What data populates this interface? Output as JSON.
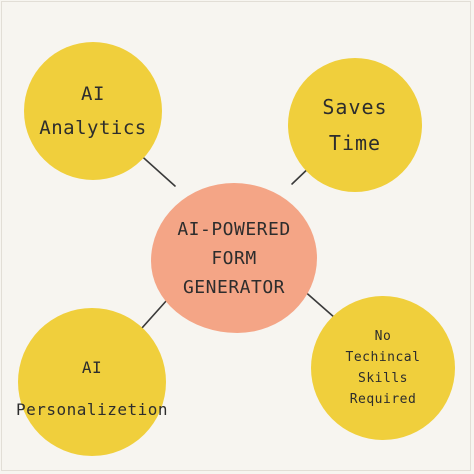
{
  "diagram": {
    "center": {
      "lines": [
        "AI-POWERED",
        "FORM",
        "GENERATOR"
      ],
      "color": "#f4a586"
    },
    "nodes": [
      {
        "id": "analytics",
        "lines": [
          "AI",
          "Analytics"
        ],
        "color": "#f0cf3c"
      },
      {
        "id": "saves-time",
        "lines": [
          "Saves",
          "Time"
        ],
        "color": "#f0cf3c"
      },
      {
        "id": "personalization",
        "lines": [
          "AI",
          "Personalizetion"
        ],
        "color": "#f0cf3c"
      },
      {
        "id": "no-skills",
        "lines": [
          "No",
          "Techincal",
          "Skills",
          "Required"
        ],
        "color": "#f0cf3c"
      }
    ],
    "background": "#f7f5f0",
    "arrow_color": "#3a3a3a"
  }
}
